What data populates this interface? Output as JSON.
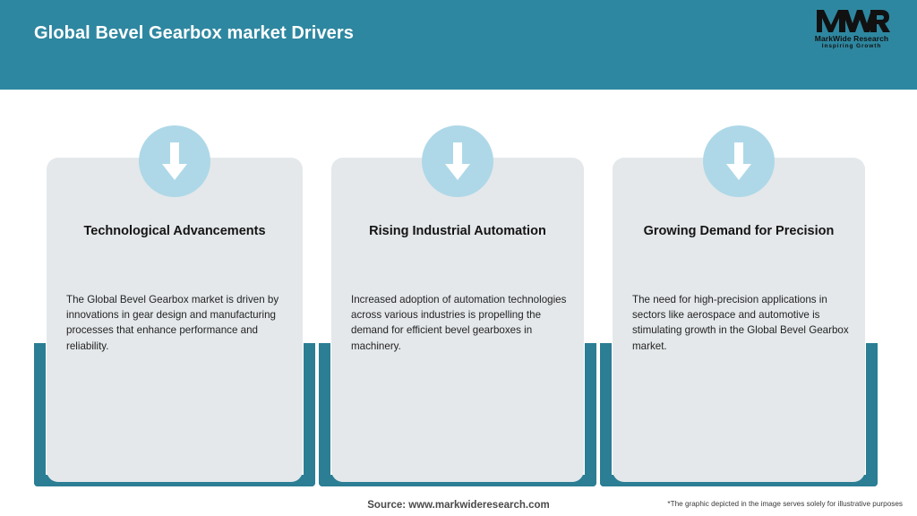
{
  "header": {
    "title": "Global Bevel Gearbox market Drivers",
    "background_color": "#2E87A0",
    "title_color": "#FFFFFF"
  },
  "logo": {
    "monogram": "MWR",
    "name": "MarkWide Research",
    "tagline": "Inspiring Growth"
  },
  "theme": {
    "teal": "#2E87A0",
    "frame_teal": "#2B7E94",
    "circle_blue": "#AED8E8",
    "card_bg": "#E4E8EA",
    "arrow_white": "#FFFFFF"
  },
  "cards": [
    {
      "icon": "down-arrow-icon",
      "title": "Technological Advancements",
      "body": "The Global Bevel Gearbox market is driven by innovations in gear design and manufacturing processes that enhance performance and reliability."
    },
    {
      "icon": "down-arrow-icon",
      "title": "Rising Industrial Automation",
      "body": "Increased adoption of automation technologies across various industries is propelling the demand for efficient bevel gearboxes in machinery."
    },
    {
      "icon": "down-arrow-icon",
      "title": "Growing Demand for Precision",
      "body": "The need for high-precision applications in sectors like aerospace and automotive is stimulating growth in the Global Bevel Gearbox market."
    }
  ],
  "footer": {
    "source": "Source: www.markwideresearch.com",
    "disclaimer": "*The graphic depicted in the image serves solely for illustrative purposes"
  }
}
